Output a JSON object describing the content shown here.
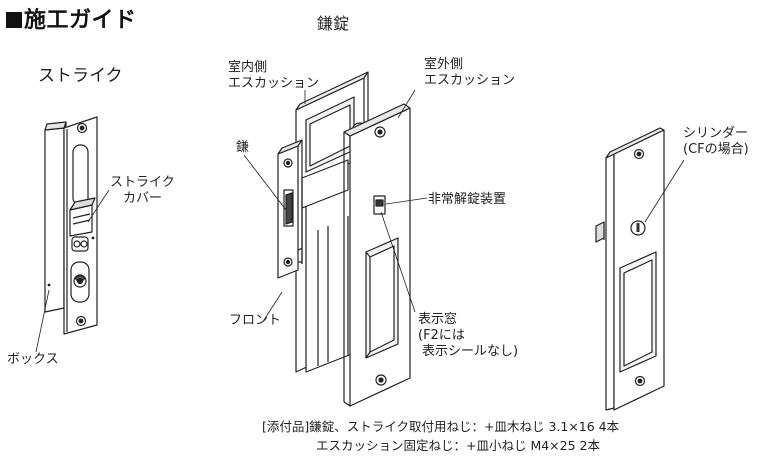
{
  "page": {
    "title": "施工ガイド"
  },
  "sections": {
    "lock_heading": "鎌錠",
    "strike_heading": "ストライク"
  },
  "labels": {
    "indoor_escutcheon_1": "室内側",
    "indoor_escutcheon_2": "エスカッション",
    "outdoor_escutcheon_1": "室外側",
    "outdoor_escutcheon_2": "エスカッション",
    "cylinder_1": "シリンダー",
    "cylinder_2": "(CFの場合)",
    "hook": "鎌",
    "strike_cover_1": "ストライク",
    "strike_cover_2": "カバー",
    "emergency_release": "非常解錠装置",
    "front": "フロント",
    "box": "ボックス",
    "indicator_1": "表示窓",
    "indicator_2": "(F2には",
    "indicator_3": "表示シールなし)"
  },
  "notes": {
    "line1": "[添付品]鎌錠、ストライク取付用ねじ：+皿木ねじ 3.1×16 4本",
    "line2": "エスカッション固定ねじ：+皿小ねじ M4×25  2本"
  },
  "colors": {
    "line": "#222222",
    "fill": "#ffffff",
    "shade": "#d9d9d9",
    "dark": "#555555"
  }
}
